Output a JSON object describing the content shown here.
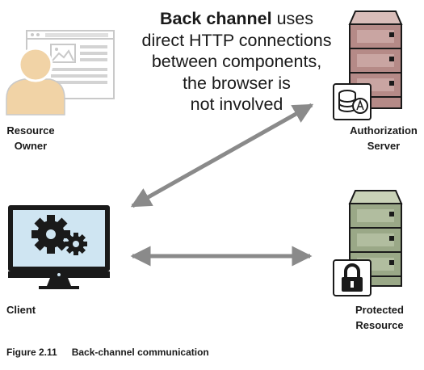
{
  "annotation": {
    "bold_term": "Back channel",
    "line1_rest": " uses",
    "line2": "direct HTTP connections",
    "line3": "between components,",
    "line4": "the browser is",
    "line5": "not involved"
  },
  "nodes": {
    "resource_owner": {
      "line1": "Resource",
      "line2": "Owner"
    },
    "authorization_server": {
      "line1": "Authorization",
      "line2": "Server"
    },
    "client": {
      "label": "Client"
    },
    "protected_resource": {
      "line1": "Protected",
      "line2": "Resource"
    }
  },
  "caption": {
    "number": "Figure 2.11",
    "text": "Back-channel communication"
  },
  "colors": {
    "arrow": "#8a8a8a",
    "auth_server_body": "#b58a87",
    "auth_server_top": "#d9bdb9",
    "resource_body": "#9aa887",
    "resource_top": "#c9d2b7",
    "owner_avatar": "#f1d3a6",
    "monitor_screen": "#cfe5f2"
  },
  "icons": {
    "resource_owner": "user-with-browser-icon",
    "authorization_server": "server-icon",
    "auth_badge": "database-lock-badge-icon",
    "client": "monitor-gears-icon",
    "protected_resource": "server-icon",
    "lock_badge": "padlock-badge-icon"
  }
}
